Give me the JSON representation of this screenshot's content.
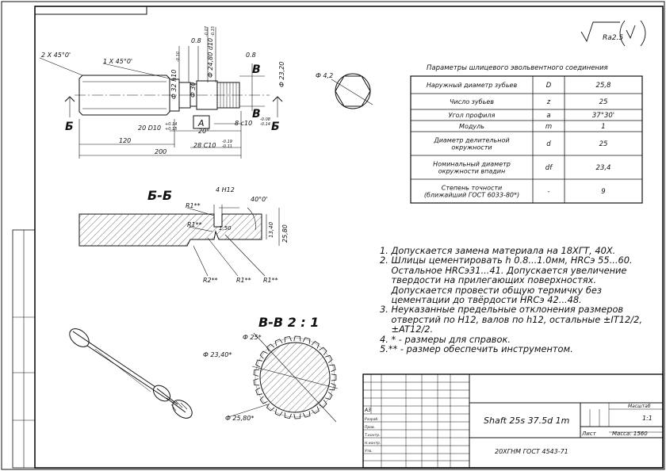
{
  "title_block": {
    "designation": "Shaft 25s 37.5d 1m",
    "material": "20ХГНМ ГОСТ 4543-71",
    "scale_header": "Масштаб",
    "scale": "1:1",
    "sheet_label": "Лист",
    "mass_label": "Масса: 1560",
    "format": "A3",
    "roles": [
      "Разраб.",
      "Пров.",
      "Т.контр.",
      "Н.контр.",
      "Утв."
    ]
  },
  "roughness": "Ra2.5",
  "params_table": {
    "title": "Параметры шлицевого эвольвентного соединения",
    "rows": [
      [
        "Наружный диаметр зубьев",
        "D",
        "25,8"
      ],
      [
        "Число зубьев",
        "z",
        "25"
      ],
      [
        "Угол профиля",
        "a",
        "37°30'"
      ],
      [
        "Модуль",
        "m",
        "1"
      ],
      [
        "Диаметр делительной|окружности",
        "d",
        "25"
      ],
      [
        "Номинальный диаметр|окружности впадин",
        "df",
        "23,4"
      ],
      [
        "Степень точности|(ближайший ГОСТ 6033-80*)",
        "-",
        "9"
      ]
    ]
  },
  "notes": [
    "1. Допускается замена материала на 18ХГТ, 40Х.",
    "2. Шлицы цементировать h 0.8...1.0мм, HRCэ 55...60.",
    "    Остальное HRCэ31...41. Допускается увеличение",
    "    твердости на прилегающих поверхностях.",
    "    Допускается провести общую термичку без",
    "    цементации до твёрдости HRCэ 42...48.",
    "3. Неуказанные предельные отклонения размеров",
    "    отверстий по H12, валов по h12, остальные ±IT12/2,",
    "    ±AT12/2.",
    "4. * - размеры для справок.",
    "5.** - размер обеспечить инструментом."
  ],
  "main_view": {
    "chamfer_left": "2 X 45°0'",
    "chamfer_mid": "1 X 45°0'",
    "dim_120": "120",
    "dim_200": "200",
    "dim_20d10": "20 D10",
    "tol_20d10_up": "+0.14",
    "tol_20d10_dn": "+0.15",
    "dim_28c10": "28 C10",
    "tol_28c10_up": "-0.19",
    "tol_28c10_dn": "-0.11",
    "dim_8c10": "8 c10",
    "tol_8_up": "-0.08",
    "tol_8_dn": "-0.14",
    "dim_20deg": "20°",
    "dim_phi32": "Ф 32 h10",
    "dim_phi30": "Ф 30",
    "dim_phi2480": "Ф 24,80 d10",
    "dim_phi2320": "Ф 23,20",
    "tol_phi32": "-0.10",
    "tol_phi2480_up": "-0.07",
    "tol_phi2480_dn": "-0.15",
    "surf_08_a": "0.8",
    "surf_08_b": "0.8",
    "datum_A": "A",
    "sec_B_left": "Б",
    "sec_B_right": "Б",
    "sec_V_top": "В",
    "sec_V_bot": "В",
    "end_view_dim": "Ф 4,2"
  },
  "section_bb": {
    "label": "Б-Б",
    "h12": "4 H12",
    "angle": "40°0'",
    "r1_a": "R1**",
    "r1_b": "R1**",
    "r1_c": "R1**",
    "r1_d": "R1**",
    "r2": "R2**",
    "c1": "1,50",
    "d1": "13,40",
    "d2": "25,80"
  },
  "section_vv": {
    "label": "В-В  2 : 1",
    "d25": "Ф 25*",
    "d2340": "Ф 23,40*",
    "d2580": "Ф 25,80*"
  }
}
